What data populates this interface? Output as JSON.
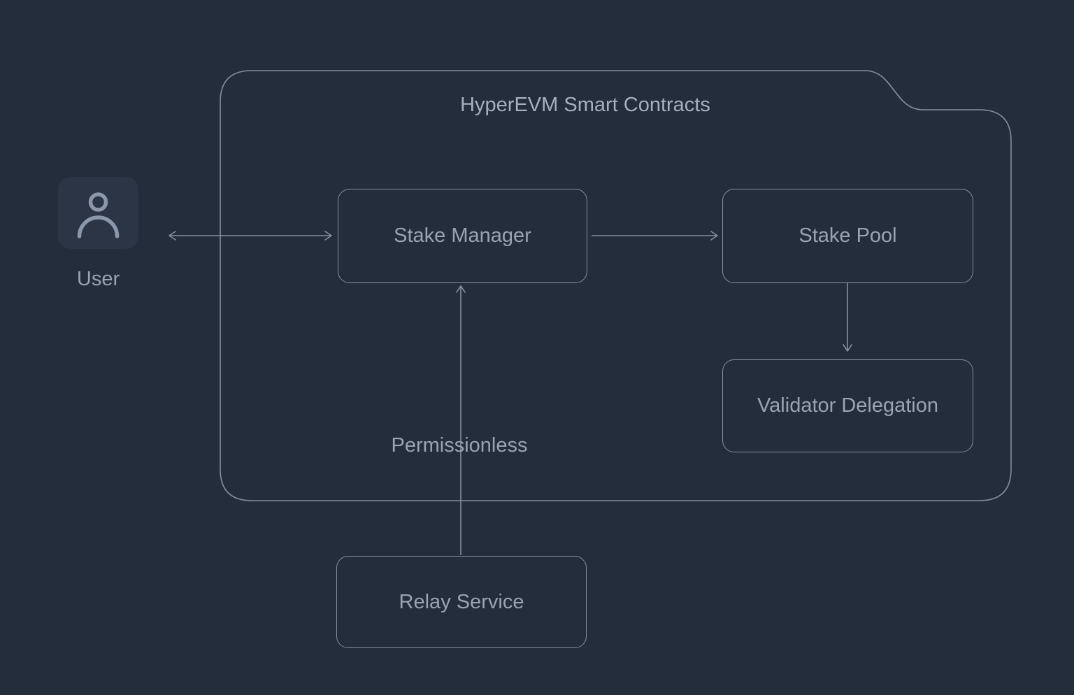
{
  "diagram": {
    "container_label": "HyperEVM Smart Contracts",
    "nodes": {
      "user": {
        "label": "User",
        "icon": "person-icon"
      },
      "stake_manager": {
        "label": "Stake Manager"
      },
      "stake_pool": {
        "label": "Stake Pool"
      },
      "validator_delegation": {
        "label": "Validator Delegation"
      },
      "relay_service": {
        "label": "Relay Service"
      }
    },
    "edges": [
      {
        "from": "user",
        "to": "stake_manager",
        "direction": "bidirectional",
        "label": ""
      },
      {
        "from": "stake_manager",
        "to": "stake_pool",
        "direction": "forward",
        "label": ""
      },
      {
        "from": "stake_pool",
        "to": "validator_delegation",
        "direction": "forward",
        "label": ""
      },
      {
        "from": "relay_service",
        "to": "stake_manager",
        "direction": "forward",
        "label": "Permissionless"
      }
    ],
    "colors": {
      "background": "#242d3c",
      "line": "#8290a0",
      "node_text": "#9aa3b2",
      "title_text": "#a6afbe",
      "user_card_fill": "#2b3546",
      "icon_stroke": "#8b97aa"
    }
  }
}
